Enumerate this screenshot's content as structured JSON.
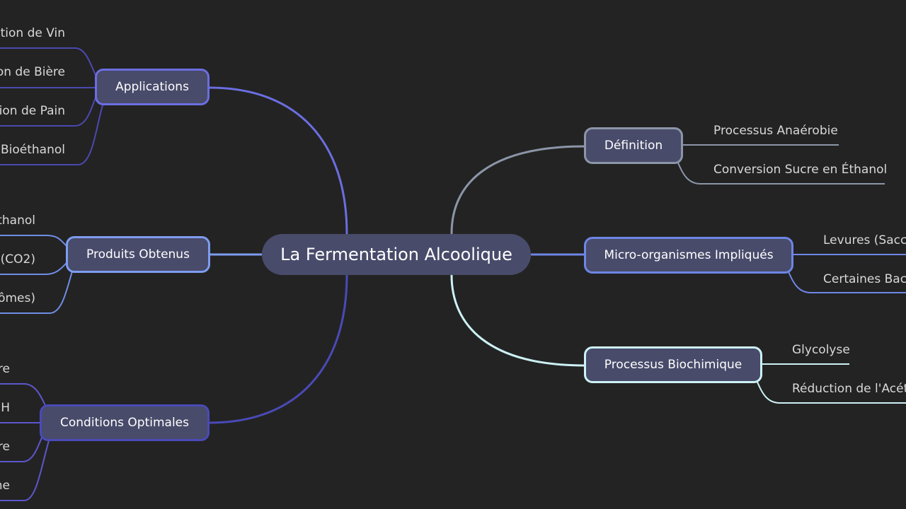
{
  "central": {
    "label": "La Fermentation Alcoolique"
  },
  "colors": {
    "background": "#232323",
    "node_fill": "#484b6a",
    "applications": "#6b6ee0",
    "produits": "#7e9cf0",
    "conditions": "#4a4ab8",
    "definition": "#8c96a8",
    "microorganismes": "#6e86e6",
    "biochimique": "#cdf1f5"
  },
  "branches": {
    "applications": {
      "label": "Applications",
      "children": [
        "ction de Vin",
        "on de Bière",
        "ion de Pain",
        "Bioéthanol"
      ]
    },
    "produits": {
      "label": "Produits Obtenus",
      "children": [
        "thanol",
        "(CO2)",
        "ômes)"
      ]
    },
    "conditions": {
      "label": "Conditions Optimales",
      "children": [
        "re",
        "H",
        "re",
        "ne"
      ]
    },
    "definition": {
      "label": "Définition",
      "children": [
        "Processus Anaérobie",
        "Conversion Sucre en Éthanol"
      ]
    },
    "microorganismes": {
      "label": "Micro-organismes Impliqués",
      "children": [
        "Levures (Sacch",
        "Certaines Bact"
      ]
    },
    "biochimique": {
      "label": "Processus Biochimique",
      "children": [
        "Glycolyse",
        "Réduction de l'Acét"
      ]
    }
  }
}
